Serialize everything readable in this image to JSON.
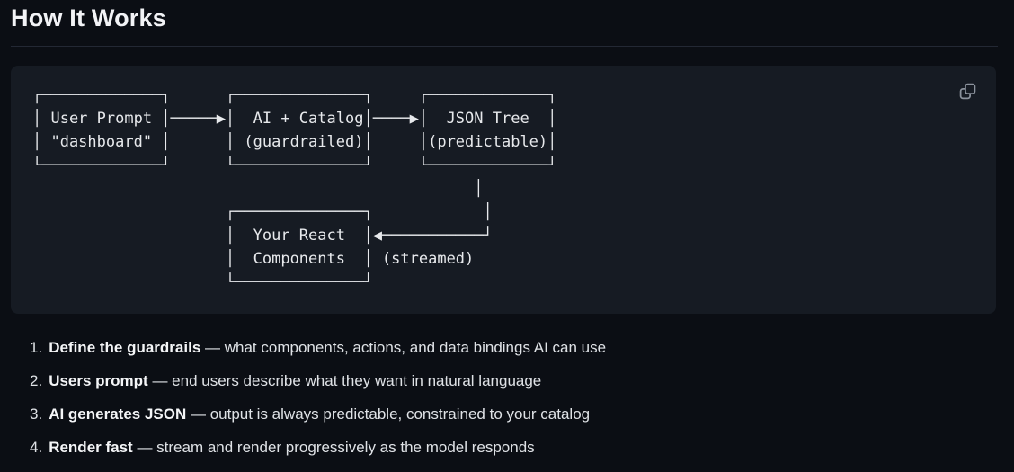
{
  "header": {
    "title": "How It Works"
  },
  "code_block": {
    "content": "┌─────────────┐      ┌──────────────┐     ┌─────────────┐\n│ User Prompt │─────▶│  AI + Catalog│────▶│  JSON Tree  │\n│ \"dashboard\" │      │ (guardrailed)│     │(predictable)│\n└─────────────┘      └──────────────┘     └─────────────┘\n                                                │\n                     ┌──────────────┐            │\n                     │  Your React  │◀───────────┘\n                     │  Components  │ (streamed)\n                     └──────────────┘",
    "copy_icon": "copy-icon",
    "diagram_nodes": [
      {
        "lines": [
          "User Prompt",
          "\"dashboard\""
        ]
      },
      {
        "lines": [
          "AI + Catalog",
          "(guardrailed)"
        ]
      },
      {
        "lines": [
          "JSON Tree",
          "(predictable)"
        ]
      },
      {
        "lines": [
          "Your React",
          "Components"
        ],
        "annotation": "(streamed)"
      }
    ]
  },
  "steps": [
    {
      "number": "1.",
      "title": "Define the guardrails",
      "description": " — what components, actions, and data bindings AI can use"
    },
    {
      "number": "2.",
      "title": "Users prompt",
      "description": " — end users describe what they want in natural language"
    },
    {
      "number": "3.",
      "title": "AI generates JSON",
      "description": " — output is always predictable, constrained to your catalog"
    },
    {
      "number": "4.",
      "title": "Render fast",
      "description": " — stream and render progressively as the model responds"
    }
  ],
  "colors": {
    "page_bg": "#0b0e14",
    "code_block_bg": "#161b23",
    "divider": "#232834",
    "heading_text": "#f2f3f6",
    "body_text": "#dfe2e6",
    "code_text": "#e7e9ec",
    "icon": "#8b929c"
  }
}
